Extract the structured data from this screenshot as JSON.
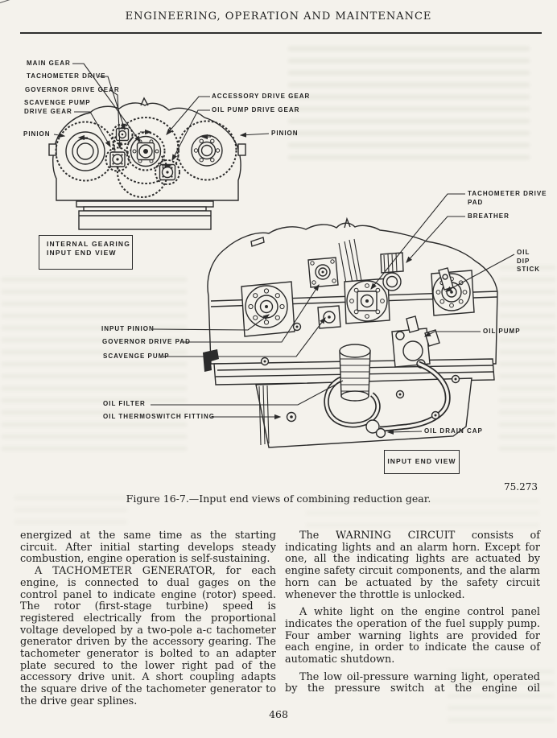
{
  "header": {
    "title": "ENGINEERING, OPERATION AND MAINTENANCE"
  },
  "figure": {
    "internal_view": {
      "callouts": [
        {
          "lines": [
            "MAIN GEAR"
          ]
        },
        {
          "lines": [
            "TACHOMETER DRIVE"
          ]
        },
        {
          "lines": [
            "GOVERNOR DRIVE GEAR"
          ]
        },
        {
          "lines": [
            "SCAVENGE PUMP",
            "DRIVE GEAR"
          ]
        },
        {
          "lines": [
            "PINION"
          ]
        },
        {
          "lines": [
            "ACCESSORY DRIVE GEAR"
          ]
        },
        {
          "lines": [
            "OIL PUMP DRIVE GEAR"
          ]
        },
        {
          "lines": [
            "PINION"
          ]
        }
      ],
      "view_label": {
        "lines": [
          "INTERNAL GEARING",
          "INPUT END VIEW"
        ]
      }
    },
    "input_end_view": {
      "callouts": [
        {
          "lines": [
            "TACHOMETER DRIVE",
            "PAD"
          ]
        },
        {
          "lines": [
            "BREATHER"
          ]
        },
        {
          "lines": [
            "OIL",
            "DIP",
            "STICK"
          ]
        },
        {
          "lines": [
            "OIL PUMP"
          ]
        },
        {
          "lines": [
            "INPUT PINION"
          ]
        },
        {
          "lines": [
            "GOVERNOR DRIVE PAD"
          ]
        },
        {
          "lines": [
            "SCAVENGE PUMP"
          ]
        },
        {
          "lines": [
            "OIL FILTER"
          ]
        },
        {
          "lines": [
            "OIL THERMOSWITCH FITTING"
          ]
        },
        {
          "lines": [
            "OIL DRAIN CAP"
          ]
        }
      ],
      "view_label": {
        "lines": [
          "INPUT END VIEW"
        ]
      }
    },
    "photo_number": "75.273",
    "caption": "Figure 16-7.—Input end views of combining reduction gear."
  },
  "body": {
    "left_column": [
      {
        "text": "energized at the same time as the starting circuit. After initial starting develops steady combustion, engine operation is self-sustaining."
      },
      {
        "text": "A TACHOMETER GENERATOR, for each engine, is connected to dual gages on the control panel to indicate engine (rotor) speed. The rotor (first-stage turbine) speed is registered electrically from the proportional voltage developed by a two-pole a-c tachometer generator driven by the accessory gearing. The tachometer generator is bolted to an adapter plate secured to the lower right pad of the accessory drive unit. A short coupling adapts the square drive of the tachometer generator to the drive gear splines."
      }
    ],
    "right_column": [
      {
        "text": "The WARNING CIRCUIT consists of indicating lights and an alarm horn. Except for one, all the indicating lights are actuated by engine safety circuit components, and the alarm horn can be actuated by the safety circuit whenever the throttle is unlocked."
      },
      {
        "text": "A white light on the engine control panel indicates the operation of the fuel supply pump. Four amber warning lights are provided for each engine, in order to indicate the cause of automatic shutdown."
      },
      {
        "text": "The low oil-pressure warning light, operated by the pressure switch at the engine oil"
      }
    ]
  },
  "page_number": "468"
}
